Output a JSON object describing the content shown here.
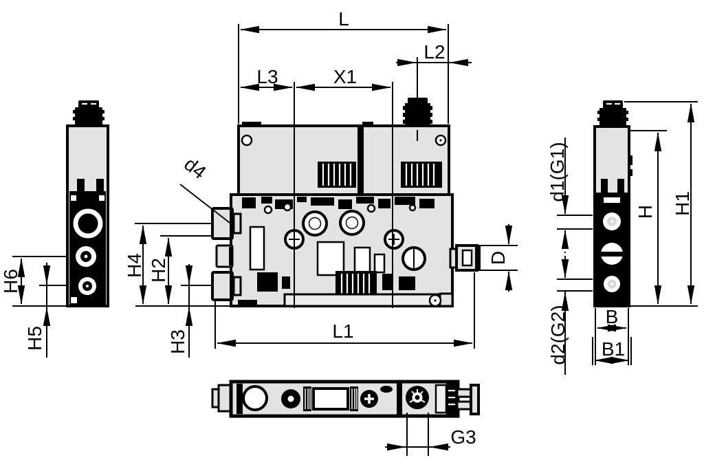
{
  "dims": {
    "L": "L",
    "L2": "L2",
    "L3": "L3",
    "X1": "X1",
    "d4": "d4",
    "H4": "H4",
    "H2": "H2",
    "H3": "H3",
    "H6": "H6",
    "H5": "H5",
    "L1": "L1",
    "D": "D",
    "G3": "G3",
    "d1G1": "d1(G1)",
    "H": "H",
    "H1": "H1",
    "d2G2": "d2(G2)",
    "B": "B",
    "B1": "B1"
  },
  "colors": {
    "line": "#000000",
    "body_fill": "#e3e3e3",
    "background": "#ffffff"
  }
}
